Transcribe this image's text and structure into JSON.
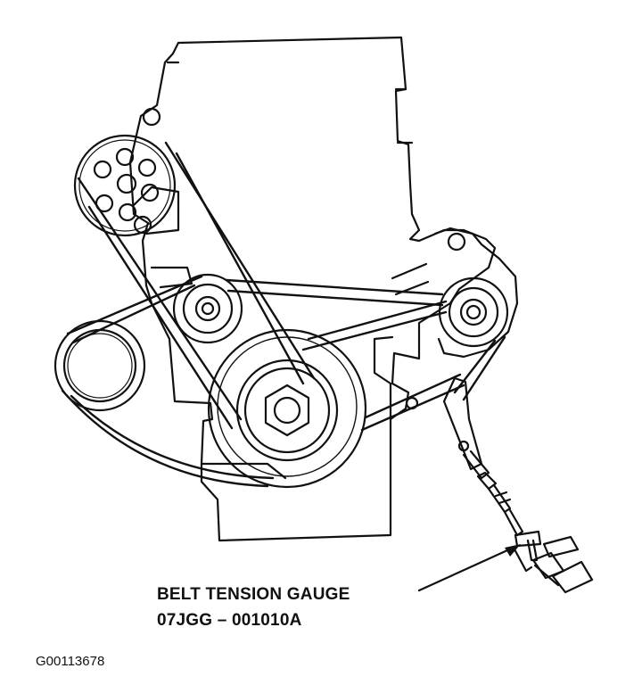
{
  "callout": {
    "line1": "BELT TENSION GAUGE",
    "line2": "07JGG – 001010A"
  },
  "figure_id": "G00113678",
  "colors": {
    "ink": "#111111",
    "paper": "#ffffff"
  }
}
